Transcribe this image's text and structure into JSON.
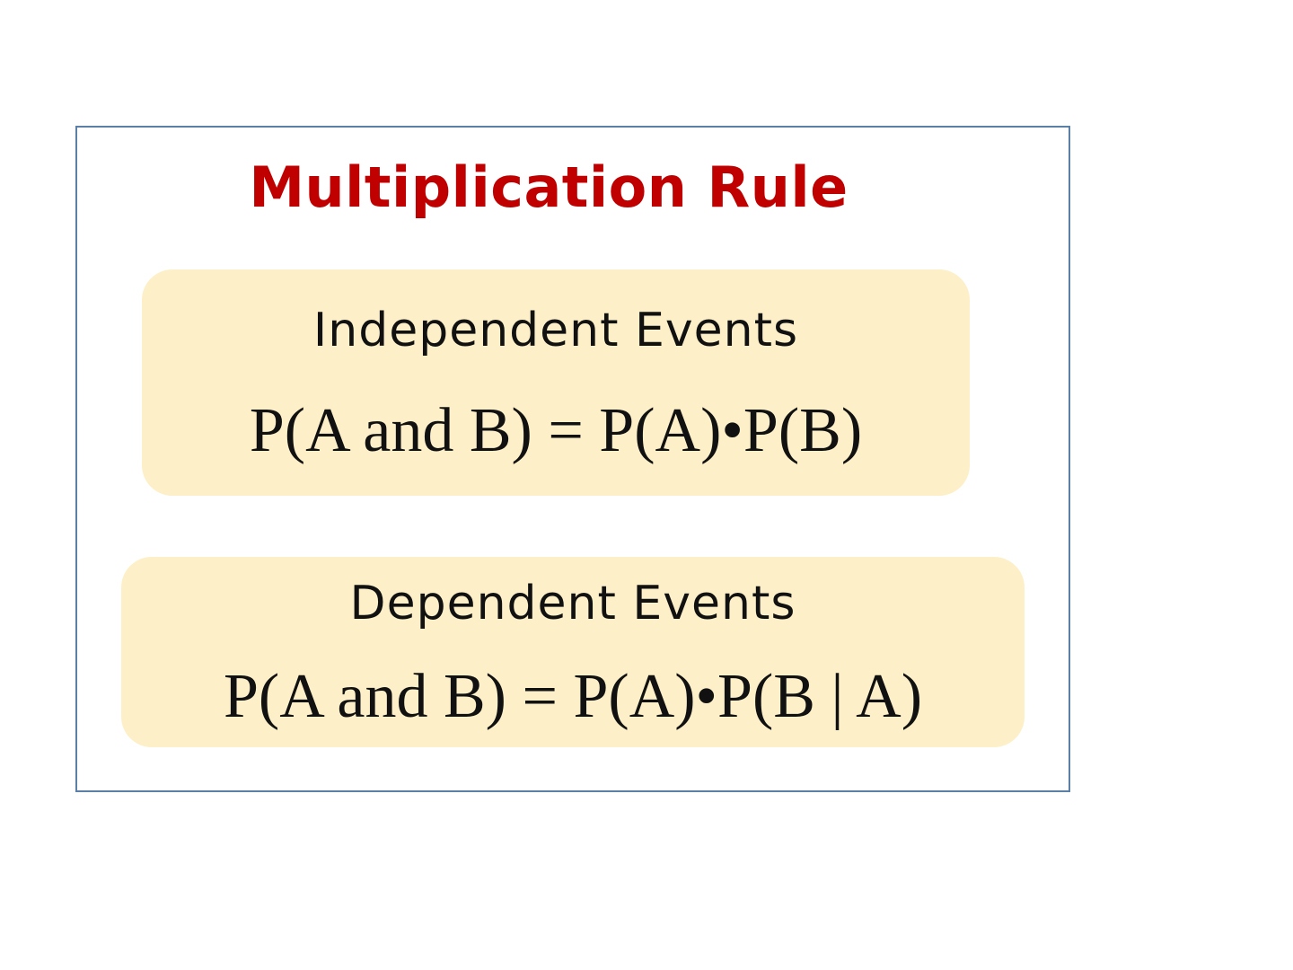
{
  "title": "Multiplication Rule",
  "independent": {
    "heading": "Independent Events",
    "formula": "P(A and B) = P(A)•P(B)"
  },
  "dependent": {
    "heading": "Dependent Events",
    "formula": "P(A and B) = P(A)•P(B | A)"
  },
  "colors": {
    "title": "#c00000",
    "card_background": "#fdf0c8",
    "frame_border": "#5b7fa6"
  }
}
